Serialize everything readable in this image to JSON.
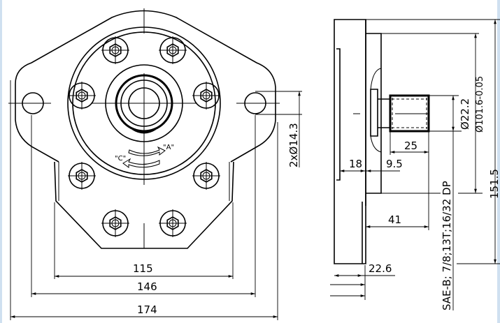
{
  "front_view": {
    "dims": {
      "width_115": "115",
      "width_146": "146",
      "width_174": "174",
      "holes": "2xØ14.3"
    },
    "rotation_labels": {
      "a": "\"A\"",
      "c": "\"C\""
    }
  },
  "side_view": {
    "dims": {
      "d18": "18",
      "d9_5": "9.5",
      "d25": "25",
      "d41": "41",
      "d22_6": "22.6",
      "shaft_dia": "Ø22.2",
      "pilot_dia": "Ø101.6-0.05",
      "height": "151.5"
    },
    "spline_spec": "SAE-B; 7/8;13T;16/32 DP"
  }
}
